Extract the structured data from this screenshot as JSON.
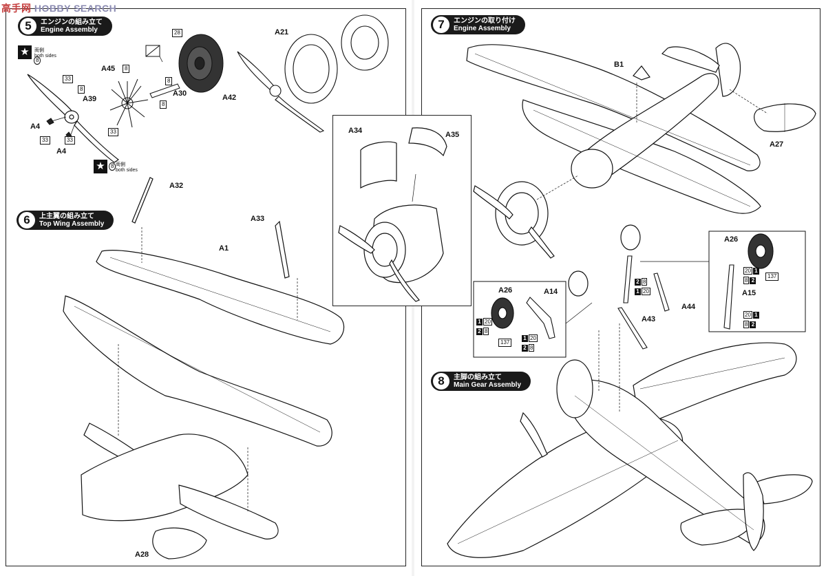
{
  "watermark": {
    "part1": "高手",
    "part2": "网",
    "part3": "HOBBY SEARCH"
  },
  "steps": {
    "s5": {
      "number": "5",
      "jp": "エンジンの組み立て",
      "en": "Engine Assembly"
    },
    "s6": {
      "number": "6",
      "jp": "上主翼の組み立て",
      "en": "Top Wing Assembly"
    },
    "s7": {
      "number": "7",
      "jp": "エンジンの取り付け",
      "en": "Engine Assembly"
    },
    "s8": {
      "number": "8",
      "jp": "主脚の組み立て",
      "en": "Main Gear Assembly"
    }
  },
  "left_parts": {
    "A21": "A21",
    "A45": "A45",
    "A30": "A30",
    "A42": "A42",
    "A39": "A39",
    "A4a": "A4",
    "A4b": "A4",
    "A32": "A32",
    "A33": "A33",
    "A1": "A1",
    "A28": "A28"
  },
  "right_parts": {
    "B1": "B1",
    "A27": "A27",
    "A34": "A34",
    "A35": "A35",
    "A26a": "A26",
    "A26b": "A26",
    "A14": "A14",
    "A15": "A15",
    "A43": "A43",
    "A44": "A44"
  },
  "color_codes": {
    "c28": "28",
    "c8a": "8",
    "c8b": "8",
    "c8c": "8",
    "c33a": "33",
    "c33b": "33",
    "c33c": "33",
    "c33d": "33",
    "c8d": "8",
    "c137a": "137",
    "c137b": "137"
  },
  "both_sides": {
    "jp": "両側",
    "en": "both sides",
    "num": "8"
  },
  "mix": {
    "one": "1",
    "two": "2",
    "v20": "20",
    "v8": "8"
  }
}
